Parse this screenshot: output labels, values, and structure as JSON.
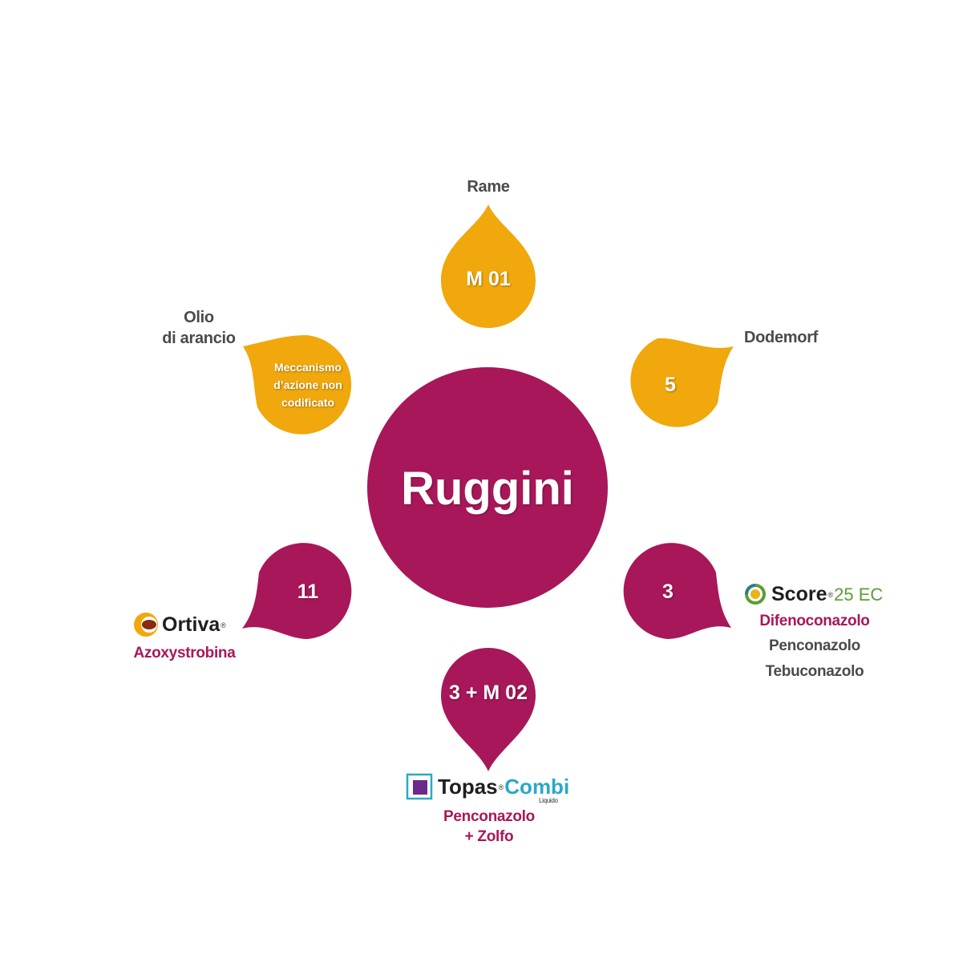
{
  "center": {
    "label": "Ruggini",
    "color": "#a8175a"
  },
  "colors": {
    "gold": "#f0a80c",
    "magenta": "#a8175a",
    "grey_text": "#4a4a4a",
    "score_green": "#5a9e35",
    "topas_blue": "#2ba8c8"
  },
  "drops": {
    "top": {
      "code": "M 01",
      "label": "Rame"
    },
    "upper_right": {
      "code": "5",
      "label": "Dodemorf"
    },
    "upper_left": {
      "code_lines": [
        "Meccanismo",
        "d’azione non",
        "codificato"
      ],
      "label_lines": [
        "Olio",
        "di arancio"
      ]
    },
    "lower_right": {
      "code": "3",
      "brand_name": "Score",
      "brand_suffix": "25 EC",
      "actives": [
        "Difenoconazolo",
        "Penconazolo",
        "Tebuconazolo"
      ]
    },
    "bottom": {
      "code": "3 + M 02",
      "brand_name": "Topas",
      "brand_suffix": "Combi",
      "brand_sub": "Liquido",
      "actives": [
        "Penconazolo",
        "+ Zolfo"
      ]
    },
    "lower_left": {
      "code": "11",
      "brand_name": "Ortiva",
      "actives": [
        "Azoxystrobina"
      ]
    }
  },
  "icons": {
    "score": "score-logo-icon",
    "topas": "topas-logo-icon",
    "ortiva": "ortiva-logo-icon"
  }
}
